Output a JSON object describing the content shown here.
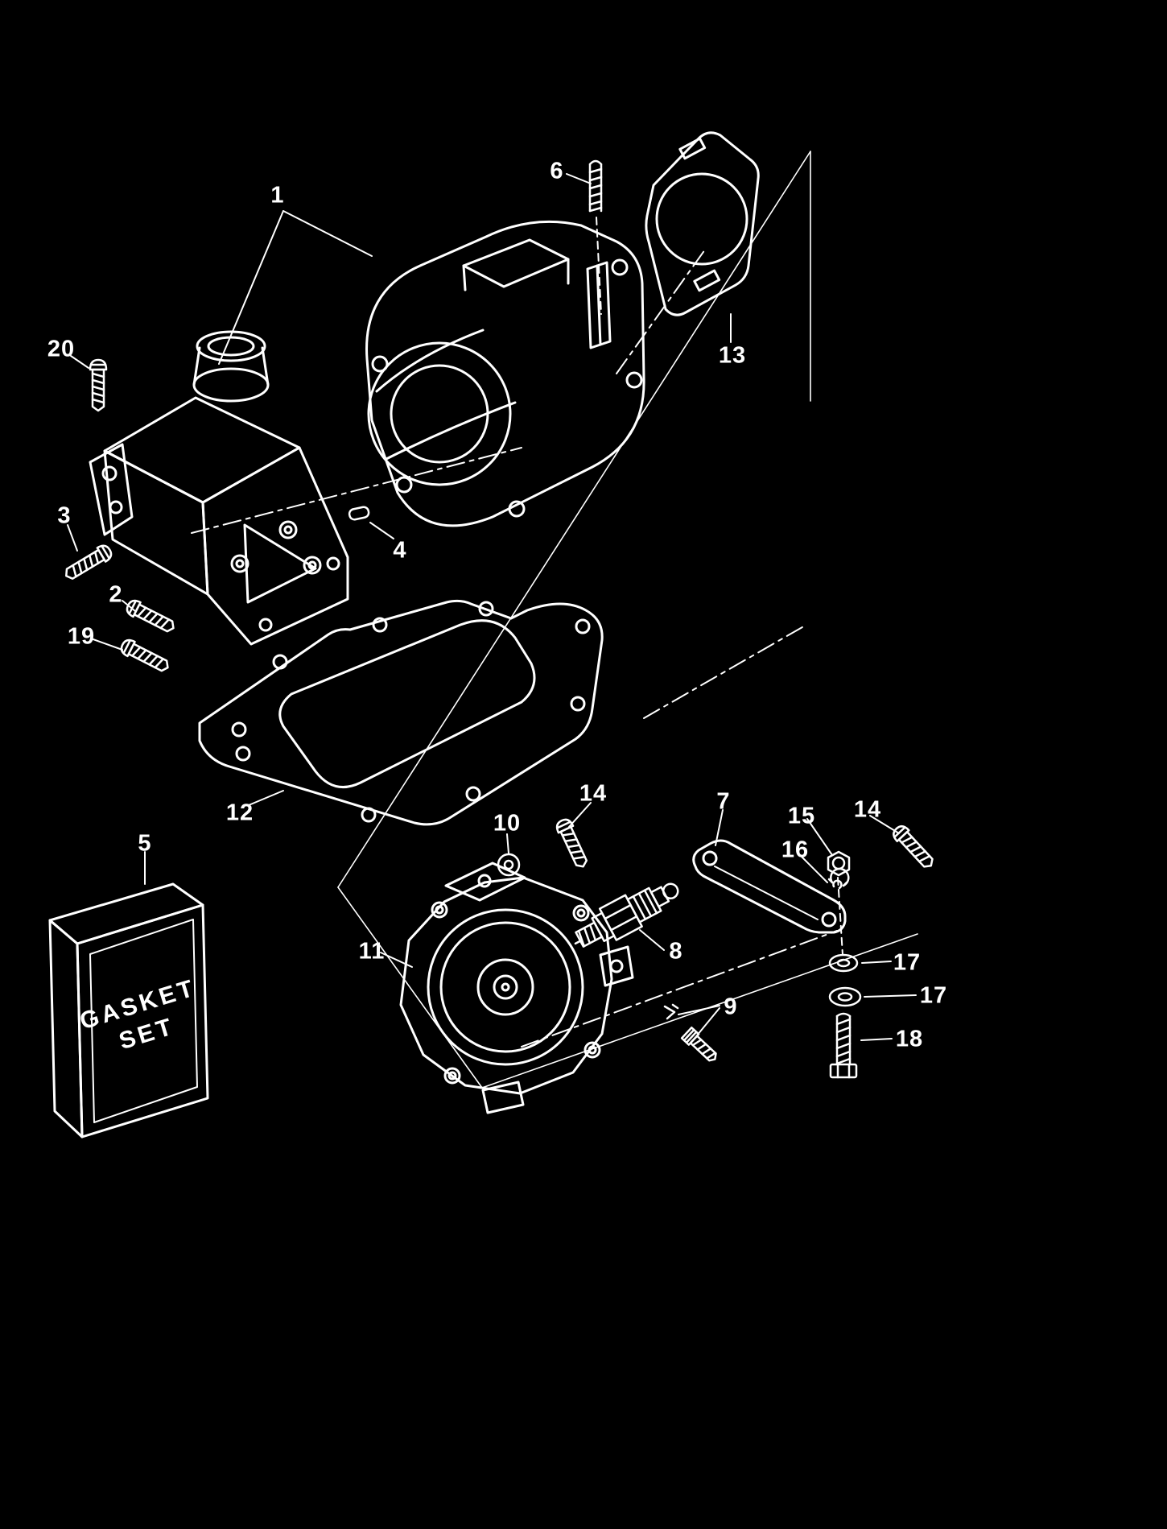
{
  "figure": {
    "background_color": "#000000",
    "line_color": "#ffffff"
  },
  "gasket_box": {
    "line1": "GASKET",
    "line2": "SET"
  },
  "callouts": [
    {
      "label": "1"
    },
    {
      "label": "6"
    },
    {
      "label": "13"
    },
    {
      "label": "20"
    },
    {
      "label": "3"
    },
    {
      "label": "2"
    },
    {
      "label": "19"
    },
    {
      "label": "4"
    },
    {
      "label": "12"
    },
    {
      "label": "5"
    },
    {
      "label": "10"
    },
    {
      "label": "14"
    },
    {
      "label": "7"
    },
    {
      "label": "15"
    },
    {
      "label": "16"
    },
    {
      "label": "14"
    },
    {
      "label": "11"
    },
    {
      "label": "8"
    },
    {
      "label": "9"
    },
    {
      "label": "17"
    },
    {
      "label": "17"
    },
    {
      "label": "18"
    }
  ]
}
